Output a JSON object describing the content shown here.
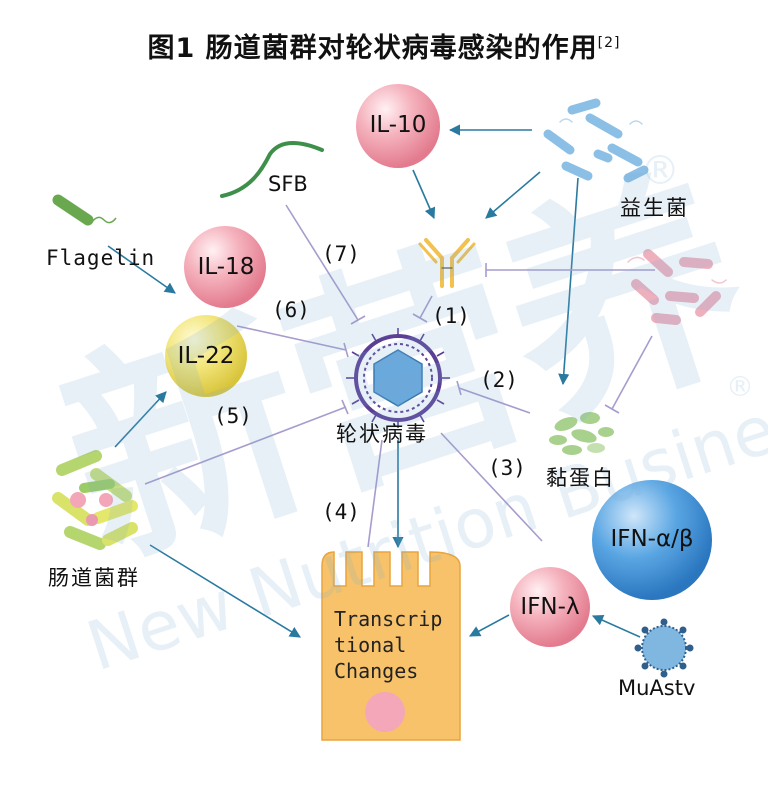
{
  "title": "图1 肠道菌群对轮状病毒感染的作用",
  "title_ref": "[2]",
  "nodes": {
    "il10": "IL-10",
    "il18": "IL-18",
    "il22": "IL-22",
    "sfb": "SFB",
    "flagelin": "Flagelin",
    "probiotics": "益生菌",
    "rotavirus": "轮状病毒",
    "mucin": "黏蛋白",
    "ifn_ab": "IFN-α/β",
    "ifn_l": "IFN-λ",
    "muastv": "MuAstv",
    "microbiota": "肠道菌群",
    "cell_text": "Transcrip\ntional\nChanges"
  },
  "pathways": [
    "(1)",
    "(2)",
    "(3)",
    "(4)",
    "(5)",
    "(6)",
    "(7)"
  ],
  "watermark": {
    "main": "新营养",
    "sub": "New Nutrition Business",
    "mark": "®"
  },
  "colors": {
    "activate_arrow": "#2a7aa0",
    "inhibit_line": "#a79ccd",
    "il10_ball": "#f29aa8",
    "il22_ball": "#efe06a",
    "ifn_ab_ball": "#3d8fd1",
    "cell": "#f7c26a"
  }
}
